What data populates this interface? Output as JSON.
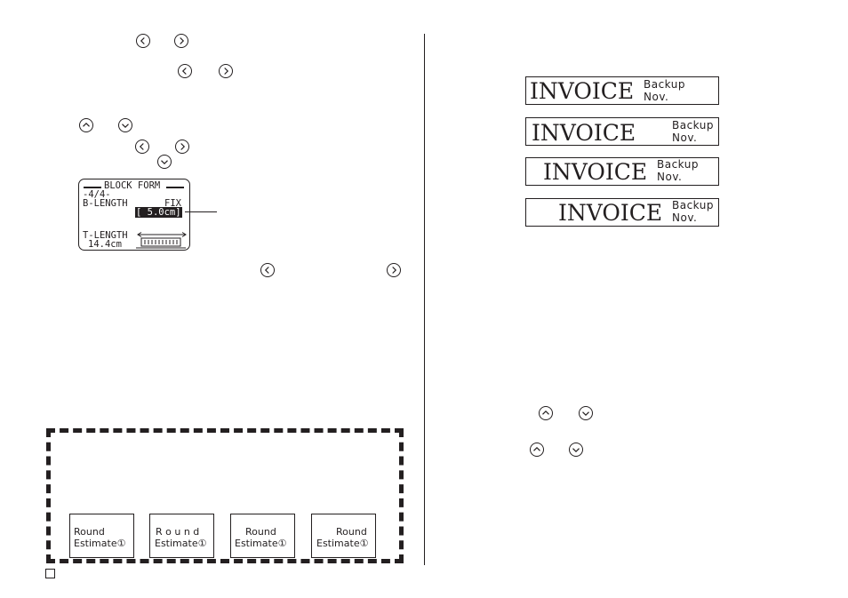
{
  "lcd": {
    "title": "BLOCK FORM",
    "page": "-4/4-",
    "b_length_label": "B-LENGTH",
    "fix_label": "FIX",
    "value": "[ 5.0cm]",
    "t_length_label": "T-LENGTH",
    "t_length_value": "14.4cm"
  },
  "invoice_labels": [
    {
      "main": "INVOICE",
      "top": "Backup",
      "bottom": "Nov."
    },
    {
      "main": "INVOICE",
      "top": "Backup",
      "bottom": "Nov."
    },
    {
      "main": "INVOICE",
      "top": "Backup",
      "bottom": "Nov."
    },
    {
      "main": "INVOICE",
      "top": "Backup",
      "bottom": "Nov."
    }
  ],
  "round_labels": [
    {
      "line1": "Round",
      "line2": "Estimate①"
    },
    {
      "line1": "R o u n d",
      "line2": "Estimate①"
    },
    {
      "line1": "Round",
      "line2": "Estimate①"
    },
    {
      "line1": "Round",
      "line2": "Estimate①"
    }
  ]
}
